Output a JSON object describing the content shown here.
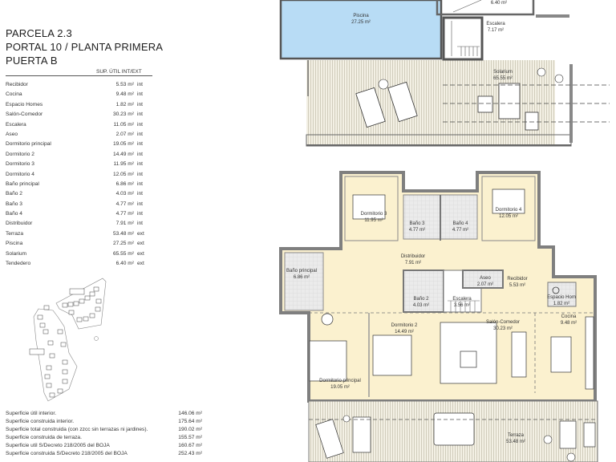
{
  "header": {
    "line1": "PARCELA 2.3",
    "line2": "PORTAL 10 / PLANTA PRIMERA",
    "line3": "PUERTA B"
  },
  "table": {
    "column_header": "SUP. ÚTIL INT/EXT",
    "rows": [
      {
        "name": "Recibidor",
        "area": "5.53 m²",
        "type": "int"
      },
      {
        "name": "Cocina",
        "area": "9.48 m²",
        "type": "int"
      },
      {
        "name": "Espacio Homes",
        "area": "1.82 m²",
        "type": "int"
      },
      {
        "name": "Salón-Comedor",
        "area": "30.23 m²",
        "type": "int"
      },
      {
        "name": "Escalera",
        "area": "11.05 m²",
        "type": "int"
      },
      {
        "name": "Aseo",
        "area": "2.07 m²",
        "type": "int"
      },
      {
        "name": "Dormitorio principal",
        "area": "19.05 m²",
        "type": "int"
      },
      {
        "name": "Dormitorio 2",
        "area": "14.49 m²",
        "type": "int"
      },
      {
        "name": "Dormitorio 3",
        "area": "11.95 m²",
        "type": "int"
      },
      {
        "name": "Dormitorio 4",
        "area": "12.05 m²",
        "type": "int"
      },
      {
        "name": "Baño principal",
        "area": "6.86 m²",
        "type": "int"
      },
      {
        "name": "Baño 2",
        "area": "4.03 m²",
        "type": "int"
      },
      {
        "name": "Baño 3",
        "area": "4.77 m²",
        "type": "int"
      },
      {
        "name": "Baño 4",
        "area": "4.77 m²",
        "type": "int"
      },
      {
        "name": "Distribuidor",
        "area": "7.91 m²",
        "type": "int"
      },
      {
        "name": "Terraza",
        "area": "53.48 m²",
        "type": "ext"
      },
      {
        "name": "Piscina",
        "area": "27.25 m²",
        "type": "ext"
      },
      {
        "name": "Solarium",
        "area": "65.55 m²",
        "type": "ext"
      },
      {
        "name": "Tendedero",
        "area": "6.40 m²",
        "type": "ext"
      }
    ]
  },
  "summary": [
    {
      "label": "Superficie útil interior.",
      "value": "146.06 m²"
    },
    {
      "label": "Superficie construida interior.",
      "value": "175.64 m²"
    },
    {
      "label": "Superficie total construida (con zzcc sin terrazas ni jardines).",
      "value": "190.02 m²"
    },
    {
      "label": "Superficie construida de terraza.",
      "value": "155.57 m²"
    },
    {
      "label": "Superficie util S/Decreto 218/2005 del BOJA",
      "value": "160.67 m²"
    },
    {
      "label": "Superficie construida S/Decreto 218/2005 del BOJA",
      "value": "252.43 m²"
    }
  ],
  "plan_labels": {
    "piscina": {
      "name": "Piscina",
      "area": "27.25 m²"
    },
    "tendedero": {
      "area": "6.40 m²"
    },
    "escalera_top": {
      "name": "Escalera",
      "area": "7.17 m²"
    },
    "solarium": {
      "name": "Solarium",
      "area": "65.55 m²"
    },
    "dormitorio3": {
      "name": "Dormitorio 3",
      "area": "11.95 m²"
    },
    "dormitorio4": {
      "name": "Dormitorio 4",
      "area": "12.05 m²"
    },
    "bano3": {
      "name": "Baño 3",
      "area": "4.77 m²"
    },
    "bano4": {
      "name": "Baño 4",
      "area": "4.77 m²"
    },
    "distribuidor": {
      "name": "Distribuidor",
      "area": "7.91 m²"
    },
    "bano_principal": {
      "name": "Baño principal",
      "area": "6.86 m²"
    },
    "aseo": {
      "name": "Aseo",
      "area": "2.07 m²"
    },
    "recibidor": {
      "name": "Recibidor",
      "area": "5.53 m²"
    },
    "bano2": {
      "name": "Baño 2",
      "area": "4.03 m²"
    },
    "escalera": {
      "name": "Escalera",
      "area": "3.56 m²"
    },
    "espacio_homes": {
      "name": "Espacio Hom",
      "area": "1.82 m²"
    },
    "dormitorio2": {
      "name": "Dormitorio 2",
      "area": "14.49 m²"
    },
    "salon": {
      "name": "Salón-Comedor",
      "area": "30.23 m²"
    },
    "cocina": {
      "name": "Cocina",
      "area": "9.48 m²"
    },
    "dormitorio_principal": {
      "name": "Dormitorio principal",
      "area": "19.05 m²"
    },
    "terraza": {
      "name": "Terraza",
      "area": "53.48 m²"
    }
  },
  "colors": {
    "pool": "#b8dcf5",
    "interior": "#fbf1cf",
    "wall": "#8a8a8a",
    "deck": "#efece0",
    "tile": "#e4e4e4"
  }
}
